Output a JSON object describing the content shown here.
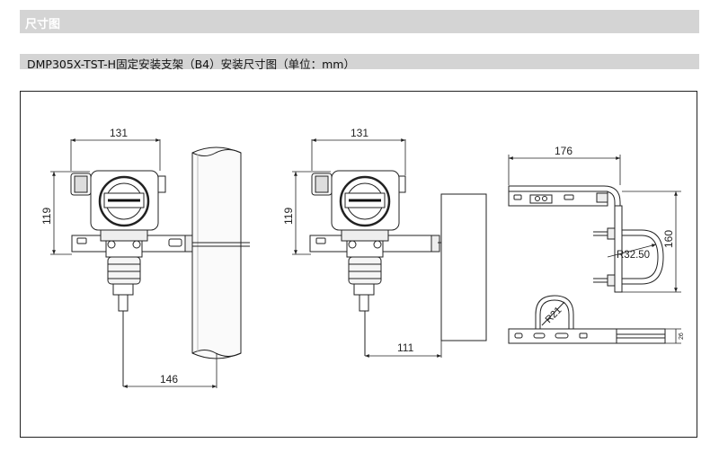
{
  "header": {
    "section_title": "尺寸图"
  },
  "caption": {
    "text": "DMP305X-TST-H固定安装支架（B4）安装尺寸图（单位：mm）"
  },
  "drawing": {
    "view1": {
      "width_label": "131",
      "height_label": "119",
      "offset_label": "146"
    },
    "view2": {
      "width_label": "131",
      "height_label": "119",
      "offset_label": "111"
    },
    "view3": {
      "width_label": "176",
      "height_label": "160",
      "radius_large_label": "R32.50",
      "radius_small_label": "R21",
      "small_label": "26"
    }
  }
}
